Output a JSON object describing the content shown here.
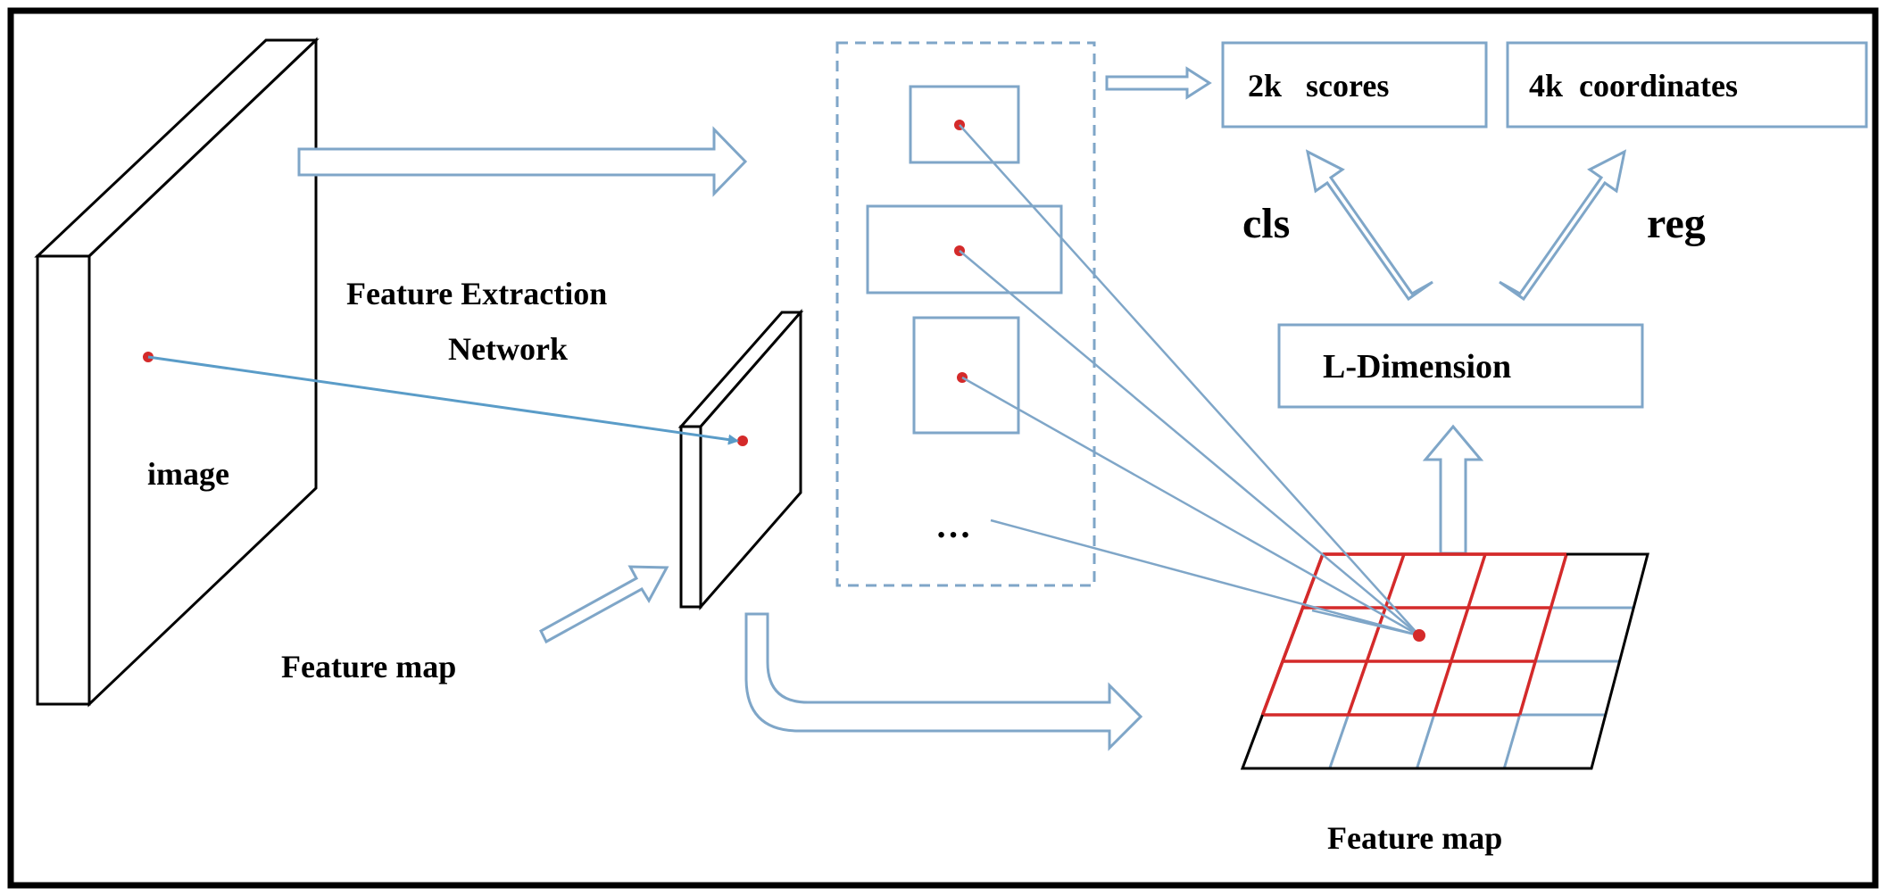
{
  "labels": {
    "image": "image",
    "feature_extraction_network_line1": "Feature Extraction",
    "feature_extraction_network_line2": "Network",
    "feature_map_small": "Feature map",
    "feature_map_grid": "Feature map",
    "scores": "2k   scores",
    "coordinates": "4k  coordinates",
    "cls": "cls",
    "reg": "reg",
    "l_dimension": "L-Dimension",
    "ellipsis": "…"
  },
  "colors": {
    "outline": "#000000",
    "flow_blue": "#7fa6c8",
    "grid_red": "#d42a2a",
    "dot_red": "#d42a2a"
  },
  "grid": {
    "rows": 4,
    "cols": 4,
    "highlighted_rows": 3,
    "highlighted_cols": 3
  }
}
